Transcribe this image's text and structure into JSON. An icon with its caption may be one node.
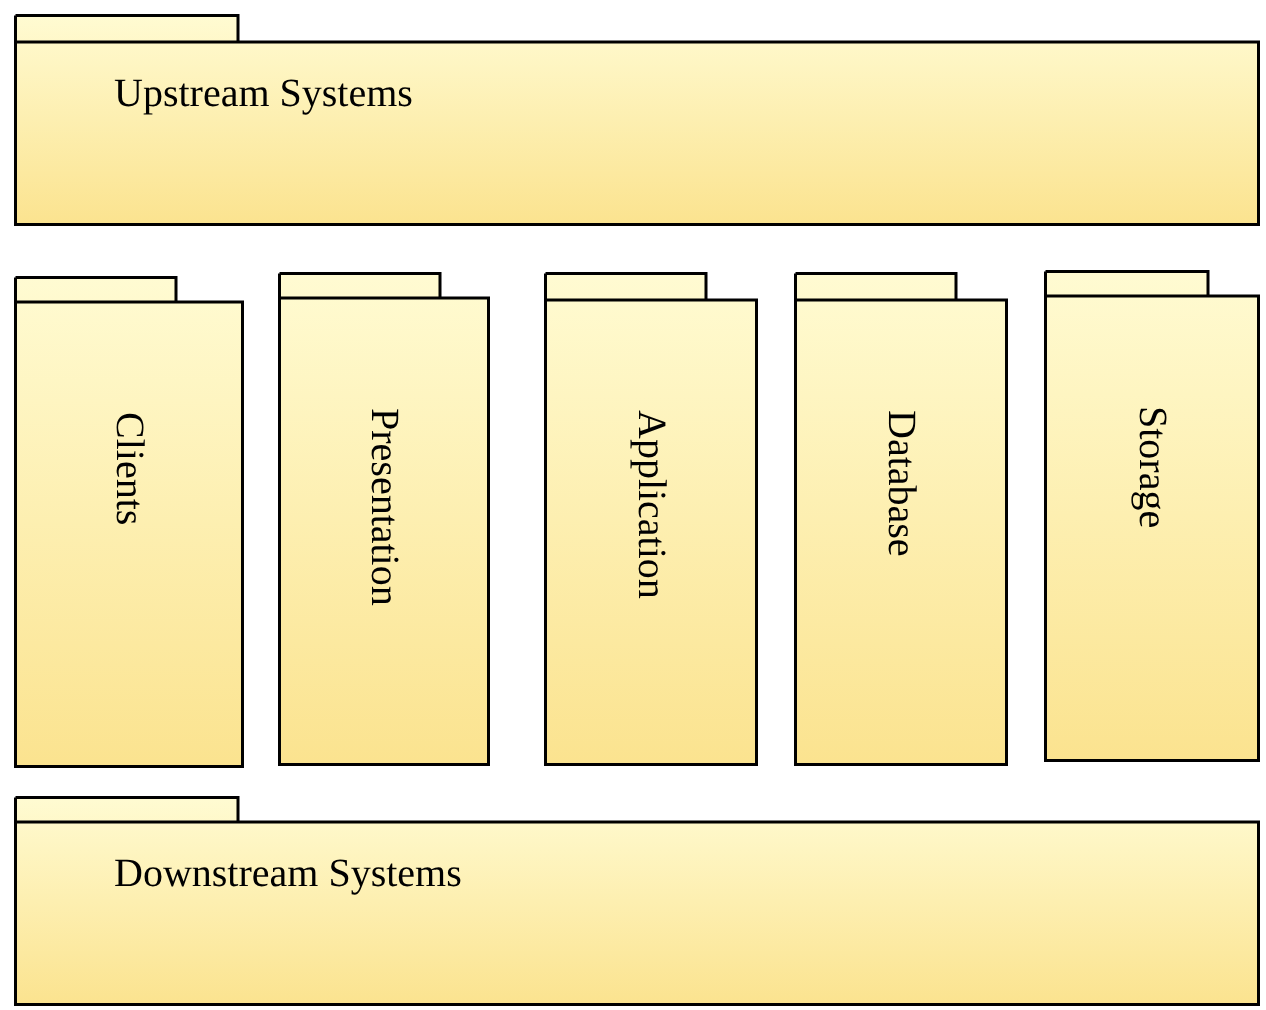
{
  "diagram": {
    "nodes": [
      {
        "text": [
          "Upstream Systems"
        ]
      },
      {
        "text": [
          "Clients"
        ]
      },
      {
        "text": [
          "Presentation"
        ]
      },
      {
        "text": [
          "Application"
        ]
      },
      {
        "text": [
          "Database"
        ]
      },
      {
        "text": [
          "Storage"
        ]
      },
      {
        "text": [
          "Downstream Systems"
        ]
      }
    ]
  }
}
